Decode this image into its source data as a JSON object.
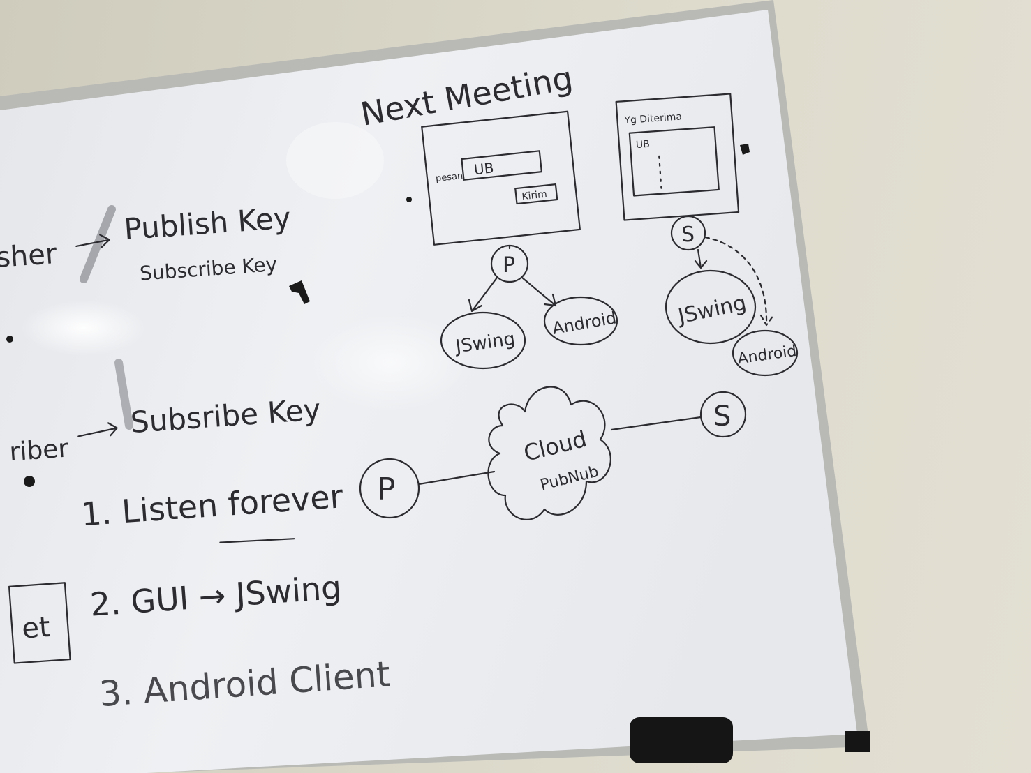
{
  "colors": {
    "wall": "#dcd9cb",
    "board": "#eceef2",
    "frame": "#b9bab6",
    "ink": "#2b2b30",
    "eraser": "#151515"
  },
  "left_notes": {
    "publisher_fragment": "sher",
    "publish_key": "Publish Key",
    "subscribe_key_small": "Subscribe Key",
    "subscriber_fragment": "riber",
    "subscribe_key": "Subsribe Key",
    "list": [
      "1. Listen forever",
      "2. GUI → JSwing",
      "3. Android Client"
    ],
    "boxed_fragment": "et"
  },
  "next_meeting": {
    "title": "Next Meeting",
    "sender_window": {
      "field_label": "pesan",
      "field_value": "UB",
      "button": "Kirim"
    },
    "receiver_window": {
      "title": "Yg Diterima",
      "list_value": "UB"
    },
    "publisher_node": "P",
    "subscriber_node": "S",
    "targets_left": [
      "JSwing",
      "Android"
    ],
    "targets_right": [
      "JSwing",
      "Android"
    ]
  },
  "cloud_diagram": {
    "cloud_line1": "Cloud",
    "cloud_line2": "PubNub",
    "publisher": "P",
    "subscriber": "S"
  }
}
